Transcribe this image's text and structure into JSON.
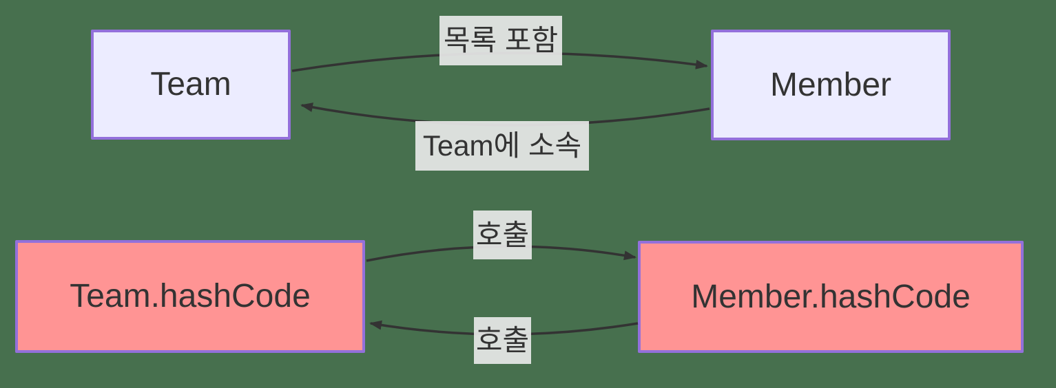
{
  "colors": {
    "background": "#47704E",
    "entity-fill": "#ECECFF",
    "hash-fill": "#FF9494",
    "node-border": "#9370DB",
    "edge-color": "#333333",
    "label-bg": "#E8E8E8",
    "text": "#333333"
  },
  "diagram": {
    "type": "flowchart",
    "nodes": [
      {
        "id": "team",
        "label": "Team",
        "style": "entity"
      },
      {
        "id": "member",
        "label": "Member",
        "style": "entity"
      },
      {
        "id": "team-hashcode",
        "label": "Team.hashCode",
        "style": "hash"
      },
      {
        "id": "member-hashcode",
        "label": "Member.hashCode",
        "style": "hash"
      }
    ],
    "edges": [
      {
        "from": "Team",
        "to": "Member",
        "label": "목록 포함"
      },
      {
        "from": "Member",
        "to": "Team",
        "label": "Team에 소속"
      },
      {
        "from": "Team.hashCode",
        "to": "Member.hashCode",
        "label": "호출"
      },
      {
        "from": "Member.hashCode",
        "to": "Team.hashCode",
        "label": "호출"
      }
    ]
  }
}
